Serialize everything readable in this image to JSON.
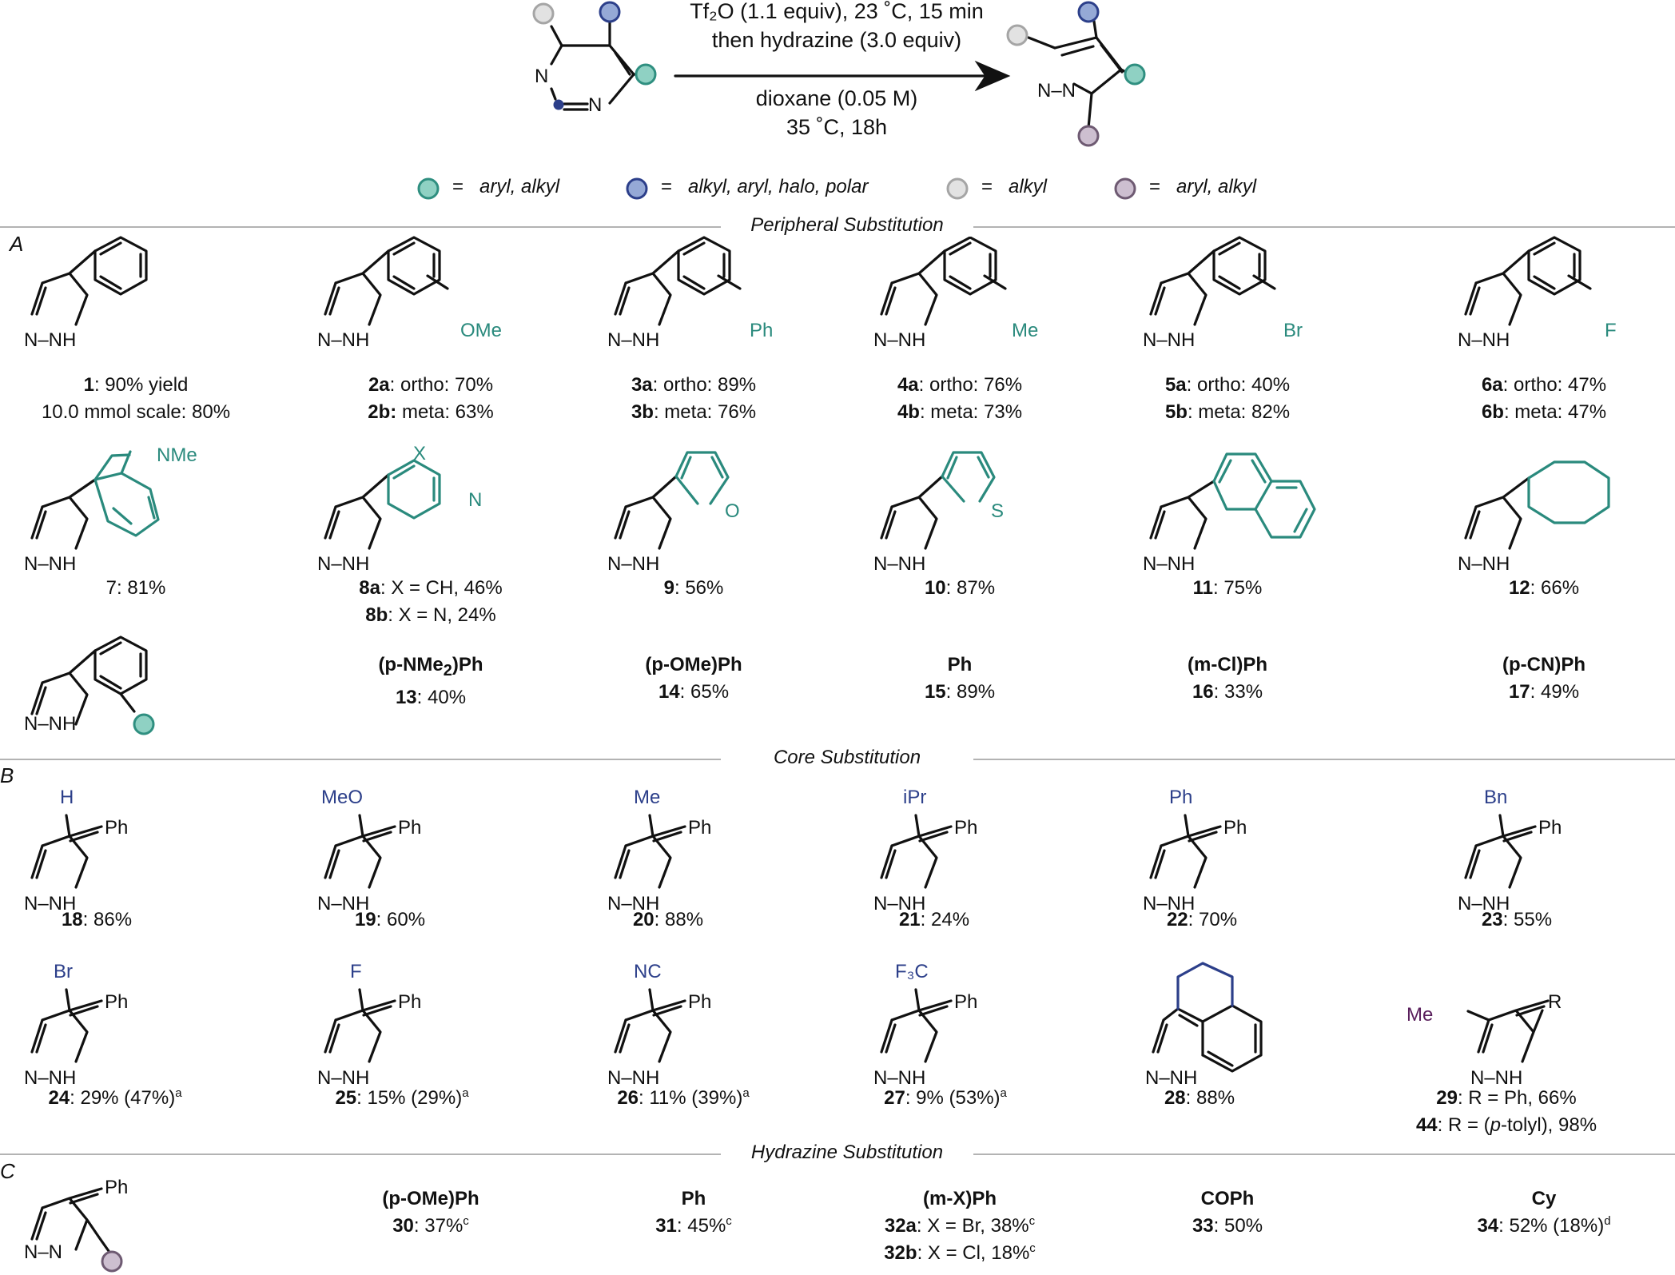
{
  "conditions": {
    "line1": "Tf₂O (1.1 equiv), 23 ˚C, 15 min",
    "line2": "then hydrazine (3.0 equiv)",
    "line3": "dioxane (0.05 M)",
    "line4": "35 ˚C, 18h"
  },
  "legend": [
    {
      "color": "#8fd1c3",
      "stroke": "#2f8f80",
      "text": "aryl, alkyl"
    },
    {
      "color": "#95a9d6",
      "stroke": "#2c3f8a",
      "text": "alkyl, aryl, halo, polar"
    },
    {
      "color": "#e2e2e2",
      "stroke": "#a5a5a5",
      "text": "alkyl"
    },
    {
      "color": "#cdbfd0",
      "stroke": "#6e5a72",
      "text": "aryl, alkyl"
    }
  ],
  "legend_eq": "=",
  "sections": {
    "A": {
      "letter": "A",
      "title": "Peripheral Substitution"
    },
    "B": {
      "letter": "B",
      "title": "Core Substitution"
    },
    "C": {
      "letter": "C",
      "title": "Hydrazine Substitution"
    }
  },
  "atoms": {
    "N": "N",
    "NH": "N–NH",
    "NN": "N–N",
    "OMe": "OMe",
    "Ph": "Ph",
    "Me": "Me",
    "Br": "Br",
    "F": "F",
    "NMe": "NMe",
    "X": "X",
    "O": "O",
    "S": "S",
    "H": "H",
    "MeO": "MeO",
    "iPr": "iPr",
    "Bn": "Bn",
    "NC": "NC",
    "F3C": "F₃C",
    "R": "R",
    "eqN": "=N"
  },
  "captions": {
    "c1": {
      "cmpd": "1",
      "text": ": 90% yield",
      "line2": "10.0 mmol scale: 80%"
    },
    "c2": {
      "cmpd": "2a",
      "text": ": ortho: 70%",
      "cmpd2": "2b:",
      "text2": " meta: 63%"
    },
    "c3": {
      "cmpd": "3a",
      "text": ": ortho: 89%",
      "cmpd2": "3b",
      "text2": ": meta: 76%"
    },
    "c4": {
      "cmpd": "4a",
      "text": ": ortho: 76%",
      "cmpd2": "4b",
      "text2": ": meta: 73%"
    },
    "c5": {
      "cmpd": "5a",
      "text": ": ortho: 40%",
      "cmpd2": "5b",
      "text2": ": meta: 82%"
    },
    "c6": {
      "cmpd": "6a",
      "text": ": ortho: 47%",
      "cmpd2": "6b",
      "text2": ": meta: 47%"
    },
    "c7": {
      "text": "7: 81%"
    },
    "c8": {
      "cmpd": "8a",
      "text": ": X = CH, 46%",
      "cmpd2": "8b",
      "text2": ": X = N, 24%"
    },
    "c9": {
      "cmpd": "9",
      "text": ": 56%"
    },
    "c10": {
      "cmpd": "10",
      "text": ": 87%"
    },
    "c11": {
      "cmpd": "11",
      "text": ": 75%"
    },
    "c12": {
      "cmpd": "12",
      "text": ": 66%"
    },
    "c13": {
      "head": "(p-NMe",
      "sub": "2",
      "tail": ")Ph",
      "cmpd": "13",
      "text": ": 40%"
    },
    "c14": {
      "head": "(p-OMe)Ph",
      "cmpd": "14",
      "text": ": 65%"
    },
    "c15": {
      "head": "Ph",
      "cmpd": "15",
      "text": ": 89%"
    },
    "c16": {
      "head": "(m-Cl)Ph",
      "cmpd": "16",
      "text": ": 33%"
    },
    "c17": {
      "head": "(p-CN)Ph",
      "cmpd": "17",
      "text": ": 49%"
    },
    "c18": {
      "cmpd": "18",
      "text": ": 86%"
    },
    "c19": {
      "cmpd": "19",
      "text": ": 60%"
    },
    "c20": {
      "cmpd": "20",
      "text": ": 88%"
    },
    "c21": {
      "cmpd": "21",
      "text": ": 24%"
    },
    "c22": {
      "cmpd": "22",
      "text": ": 70%"
    },
    "c23": {
      "cmpd": "23",
      "text": ": 55%"
    },
    "c24": {
      "cmpd": "24",
      "text": ": 29% (47%)",
      "sup": "a"
    },
    "c25": {
      "cmpd": "25",
      "text": ": 15% (29%)",
      "sup": "a"
    },
    "c26": {
      "cmpd": "26",
      "text": ": 11% (39%)",
      "sup": "a"
    },
    "c27": {
      "cmpd": "27",
      "text": ": 9% (53%)",
      "sup": "a"
    },
    "c28": {
      "cmpd": "28",
      "text": ": 88%"
    },
    "c29": {
      "cmpd": "29",
      "text": ": R = Ph, 66%",
      "cmpd2": "44",
      "text2a": ": R = (",
      "ital": "p",
      "text2b": "-tolyl), 98%"
    },
    "c30": {
      "head": "(p-OMe)Ph",
      "cmpd": "30",
      "text": ": 37%",
      "sup": "c"
    },
    "c31": {
      "head": "Ph",
      "cmpd": "31",
      "text": ": 45%",
      "sup": "c"
    },
    "c32": {
      "head": "(m-X)Ph",
      "cmpd": "32a",
      "text": ": X = Br, 38%",
      "sup": "c",
      "cmpd2": "32b",
      "text2": ": X = Cl, 18%",
      "sup2": "c"
    },
    "c33": {
      "head": "COPh",
      "cmpd": "33",
      "text": ": 50%"
    },
    "c34": {
      "head": "Cy",
      "cmpd": "34",
      "text": ": 52% (18%)",
      "sup": "d"
    }
  }
}
